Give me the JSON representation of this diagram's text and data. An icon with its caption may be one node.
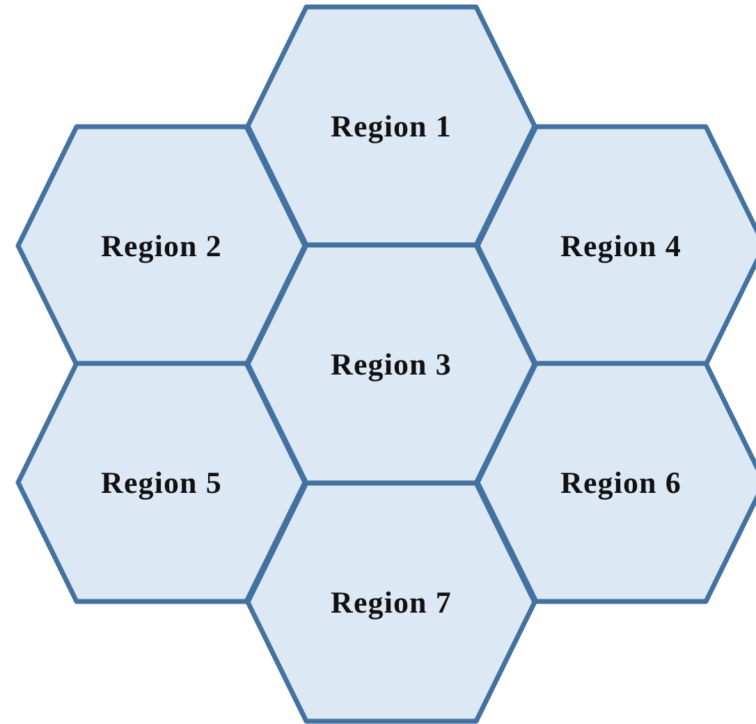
{
  "diagram": {
    "nodes": [
      {
        "text": [
          "Region 1"
        ]
      },
      {
        "text": [
          "Region 2"
        ]
      },
      {
        "text": [
          "Region 3"
        ]
      },
      {
        "text": [
          "Region 4"
        ]
      },
      {
        "text": [
          "Region 5"
        ]
      },
      {
        "text": [
          "Region 6"
        ]
      },
      {
        "text": [
          "Region 7"
        ]
      }
    ]
  }
}
